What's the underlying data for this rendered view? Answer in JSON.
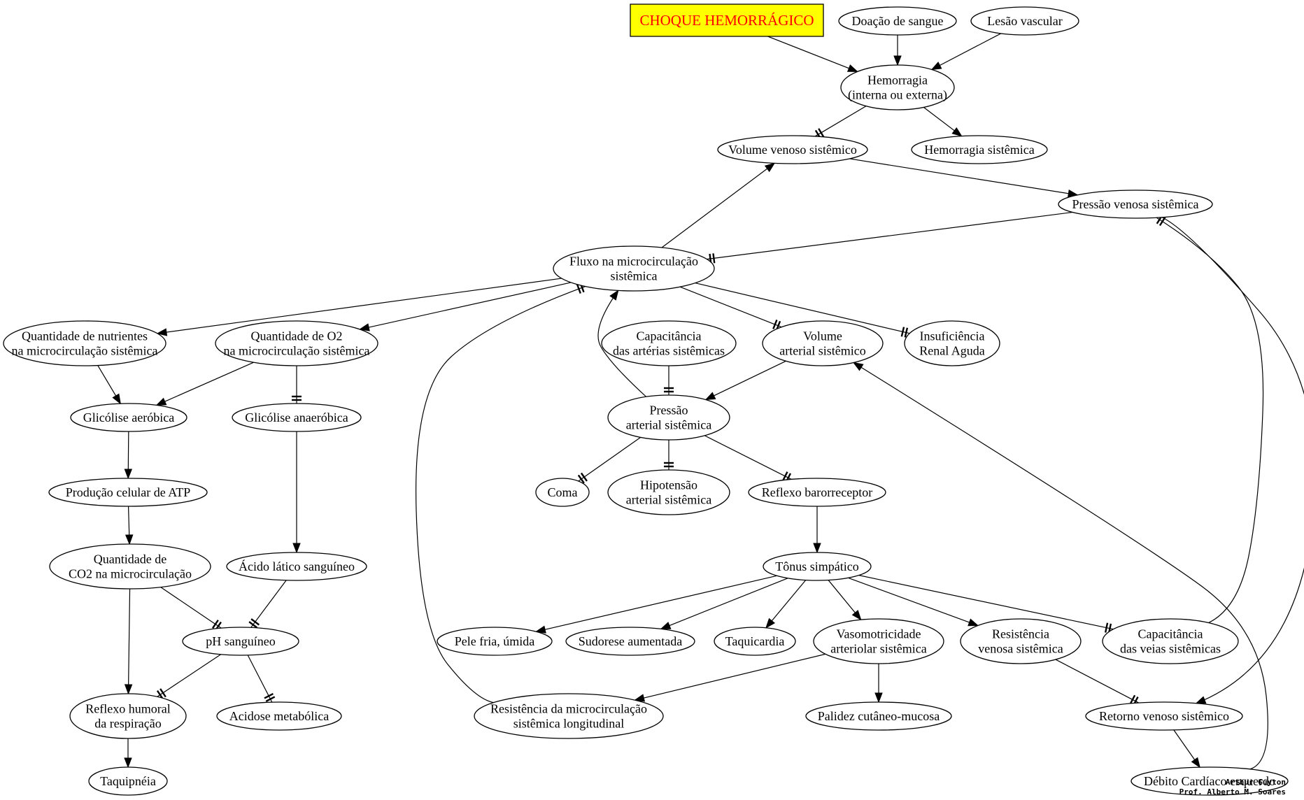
{
  "diagram": {
    "title": "CHOQUE HEMORRÁGICO",
    "title_colors": {
      "fill": "#ffff00",
      "text": "#ff0000",
      "border": "#000000"
    },
    "credits": {
      "line1": "Arthur Guyton",
      "line2": "Prof. Alberto M. Soares"
    },
    "nodes": [
      {
        "id": "doacao",
        "lines": [
          "Doação de sangue"
        ]
      },
      {
        "id": "lesao",
        "lines": [
          "Lesão vascular"
        ]
      },
      {
        "id": "hemorragia",
        "lines": [
          "Hemorragia",
          "(interna ou externa)"
        ]
      },
      {
        "id": "volven",
        "lines": [
          "Volume venoso sistêmico"
        ]
      },
      {
        "id": "hemsis",
        "lines": [
          "Hemorragia sistêmica"
        ]
      },
      {
        "id": "presven",
        "lines": [
          "Pressão venosa sistêmica"
        ]
      },
      {
        "id": "fluxo",
        "lines": [
          "Fluxo na microcirculação",
          "sistêmica"
        ]
      },
      {
        "id": "qnut",
        "lines": [
          "Quantidade de nutrientes",
          "na microcirculação sistêmica"
        ]
      },
      {
        "id": "qo2",
        "lines": [
          "Quantidade de O2",
          "na microcirculação sistêmica"
        ]
      },
      {
        "id": "caparte",
        "lines": [
          "Capacitância",
          "das artérias sistêmicas"
        ]
      },
      {
        "id": "volart",
        "lines": [
          "Volume",
          "arterial sistêmico"
        ]
      },
      {
        "id": "ira",
        "lines": [
          "Insuficiência",
          "Renal Aguda"
        ]
      },
      {
        "id": "glicaer",
        "lines": [
          "Glicólise aeróbica"
        ]
      },
      {
        "id": "glicanaer",
        "lines": [
          "Glicólise anaeróbica"
        ]
      },
      {
        "id": "presart",
        "lines": [
          "Pressão",
          "arterial sistêmica"
        ]
      },
      {
        "id": "atp",
        "lines": [
          "Produção celular de ATP"
        ]
      },
      {
        "id": "coma",
        "lines": [
          "Coma"
        ]
      },
      {
        "id": "hipot",
        "lines": [
          "Hipotensão",
          "arterial sistêmica"
        ]
      },
      {
        "id": "barorefl",
        "lines": [
          "Reflexo barorreceptor"
        ]
      },
      {
        "id": "qco2",
        "lines": [
          "Quantidade de",
          "CO2 na microcirculação"
        ]
      },
      {
        "id": "aclatico",
        "lines": [
          "Ácido lático sanguíneo"
        ]
      },
      {
        "id": "tonus",
        "lines": [
          "Tônus simpático"
        ]
      },
      {
        "id": "ph",
        "lines": [
          "pH sanguíneo"
        ]
      },
      {
        "id": "pele",
        "lines": [
          "Pele fria, úmida"
        ]
      },
      {
        "id": "sudorese",
        "lines": [
          "Sudorese aumentada"
        ]
      },
      {
        "id": "taqui",
        "lines": [
          "Taquicardia"
        ]
      },
      {
        "id": "vasomot",
        "lines": [
          "Vasomotricidade",
          "arteriolar sistêmica"
        ]
      },
      {
        "id": "resven",
        "lines": [
          "Resistência",
          "venosa sistêmica"
        ]
      },
      {
        "id": "capveias",
        "lines": [
          "Capacitância",
          "das veias sistêmicas"
        ]
      },
      {
        "id": "reflhum",
        "lines": [
          "Reflexo humoral",
          "da respiração"
        ]
      },
      {
        "id": "acidose",
        "lines": [
          "Acidose metabólica"
        ]
      },
      {
        "id": "resmicro",
        "lines": [
          "Resistência da microcirculação",
          "sistêmica longitudinal"
        ]
      },
      {
        "id": "palidez",
        "lines": [
          "Palidez cutâneo-mucosa"
        ]
      },
      {
        "id": "retven",
        "lines": [
          "Retorno venoso sistêmico"
        ]
      },
      {
        "id": "taquip",
        "lines": [
          "Taquipnéia"
        ]
      },
      {
        "id": "debito",
        "lines": [
          "Débito Cardíaco esquerdo"
        ]
      }
    ],
    "edges": [
      {
        "from": "title",
        "to": "hemorragia",
        "type": "arrow"
      },
      {
        "from": "doacao",
        "to": "hemorragia",
        "type": "arrow"
      },
      {
        "from": "lesao",
        "to": "hemorragia",
        "type": "arrow"
      },
      {
        "from": "hemorragia",
        "to": "volven",
        "type": "tee"
      },
      {
        "from": "hemorragia",
        "to": "hemsis",
        "type": "arrow"
      },
      {
        "from": "volven",
        "to": "presven",
        "type": "arrow"
      },
      {
        "from": "presven",
        "to": "fluxo",
        "type": "tee"
      },
      {
        "from": "fluxo",
        "to": "volven",
        "type": "arrow"
      },
      {
        "from": "fluxo",
        "to": "qnut",
        "type": "arrow"
      },
      {
        "from": "fluxo",
        "to": "qo2",
        "type": "arrow"
      },
      {
        "from": "fluxo",
        "to": "volart",
        "type": "tee"
      },
      {
        "from": "fluxo",
        "to": "ira",
        "type": "tee"
      },
      {
        "from": "qnut",
        "to": "glicaer",
        "type": "arrow"
      },
      {
        "from": "qo2",
        "to": "glicaer",
        "type": "arrow"
      },
      {
        "from": "qo2",
        "to": "glicanaer",
        "type": "tee"
      },
      {
        "from": "caparte",
        "to": "presart",
        "type": "tee"
      },
      {
        "from": "volart",
        "to": "presart",
        "type": "arrow"
      },
      {
        "from": "presart",
        "to": "fluxo",
        "type": "arrow"
      },
      {
        "from": "presart",
        "to": "coma",
        "type": "tee"
      },
      {
        "from": "presart",
        "to": "hipot",
        "type": "tee"
      },
      {
        "from": "presart",
        "to": "barorefl",
        "type": "tee"
      },
      {
        "from": "glicaer",
        "to": "atp",
        "type": "arrow"
      },
      {
        "from": "atp",
        "to": "qco2",
        "type": "arrow"
      },
      {
        "from": "glicanaer",
        "to": "aclatico",
        "type": "arrow"
      },
      {
        "from": "barorefl",
        "to": "tonus",
        "type": "arrow"
      },
      {
        "from": "qco2",
        "to": "ph",
        "type": "tee"
      },
      {
        "from": "qco2",
        "to": "reflhum",
        "type": "arrow"
      },
      {
        "from": "aclatico",
        "to": "ph",
        "type": "tee"
      },
      {
        "from": "tonus",
        "to": "pele",
        "type": "arrow"
      },
      {
        "from": "tonus",
        "to": "sudorese",
        "type": "arrow"
      },
      {
        "from": "tonus",
        "to": "taqui",
        "type": "arrow"
      },
      {
        "from": "tonus",
        "to": "vasomot",
        "type": "arrow"
      },
      {
        "from": "tonus",
        "to": "resven",
        "type": "arrow"
      },
      {
        "from": "tonus",
        "to": "capveias",
        "type": "tee"
      },
      {
        "from": "ph",
        "to": "reflhum",
        "type": "tee"
      },
      {
        "from": "ph",
        "to": "acidose",
        "type": "tee"
      },
      {
        "from": "vasomot",
        "to": "resmicro",
        "type": "arrow"
      },
      {
        "from": "vasomot",
        "to": "palidez",
        "type": "arrow"
      },
      {
        "from": "resmicro",
        "to": "fluxo",
        "type": "tee"
      },
      {
        "from": "resven",
        "to": "retven",
        "type": "tee"
      },
      {
        "from": "capveias",
        "to": "presven",
        "type": "tee"
      },
      {
        "from": "presven",
        "to": "retven",
        "type": "arrow"
      },
      {
        "from": "retven",
        "to": "debito",
        "type": "arrow"
      },
      {
        "from": "debito",
        "to": "volart",
        "type": "arrow"
      },
      {
        "from": "reflhum",
        "to": "taquip",
        "type": "arrow"
      }
    ]
  }
}
